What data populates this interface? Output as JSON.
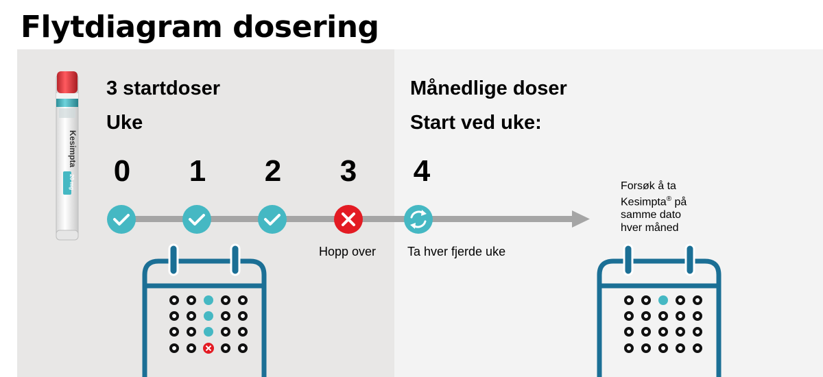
{
  "title": "Flytdiagram dosering",
  "pen": {
    "brand": "Kesimpta",
    "strength": "20 mg"
  },
  "left": {
    "heading1": "3 startdoser",
    "heading2": "Uke"
  },
  "right": {
    "heading1": "Månedlige doser",
    "heading2": "Start ved uke:"
  },
  "weeks": [
    "0",
    "1",
    "2",
    "3",
    "4"
  ],
  "labels": {
    "skip": "Hopp over",
    "every_fourth": "Ta hver fjerde uke"
  },
  "note": {
    "line1": "Forsøk å ta",
    "line2_pre": "Kesimpta",
    "line2_sup": "®",
    "line2_post": " på",
    "line3": "samme dato",
    "line4": "hver måned"
  },
  "colors": {
    "teal": "#45b8c3",
    "red": "#e31b23",
    "calendar": "#1b6f95",
    "arrow": "#a5a5a5"
  },
  "steps": [
    {
      "week": "0",
      "status": "check-icon"
    },
    {
      "week": "1",
      "status": "check-icon"
    },
    {
      "week": "2",
      "status": "check-icon"
    },
    {
      "week": "3",
      "status": "cross-icon"
    },
    {
      "week": "4",
      "status": "repeat-icon"
    }
  ]
}
